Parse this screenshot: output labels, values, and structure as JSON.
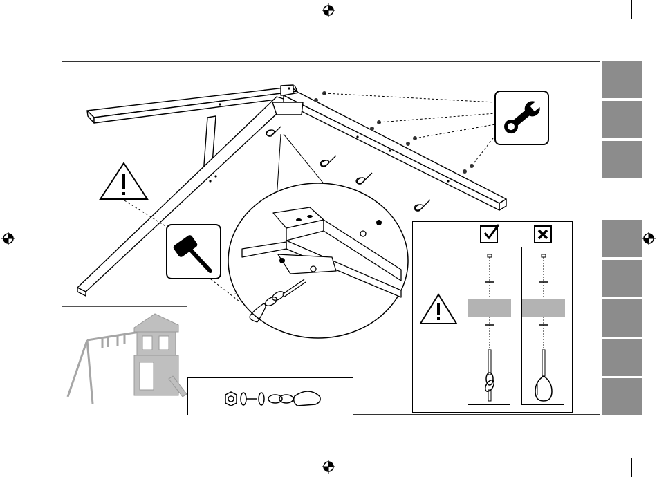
{
  "page": {
    "background": "#ffffff",
    "tab_color": "#8c8c8c",
    "line_color": "#000000"
  },
  "icons": {
    "warning_main": "warning-triangle",
    "hammer": "hammer",
    "wrench": "wrench",
    "warning_small": "warning-triangle",
    "correct_mark": "check-mark",
    "incorrect_mark": "cross-mark",
    "registration_marks": "crosshair-circle"
  },
  "section_tabs": {
    "upper_count": 3,
    "lower_count": 5
  }
}
